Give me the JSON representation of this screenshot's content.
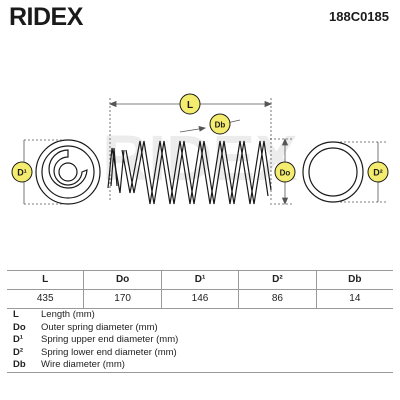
{
  "header": {
    "brand": "RIDEX",
    "part_number": "188C0185"
  },
  "drawing": {
    "labels": {
      "length": "L",
      "wire": "Db",
      "outer": "Do",
      "upper": "D¹",
      "lower": "D²"
    }
  },
  "table": {
    "headers": [
      "L",
      "Do",
      "D¹",
      "D²",
      "Db"
    ],
    "values": [
      "435",
      "170",
      "146",
      "86",
      "14"
    ]
  },
  "legend": [
    {
      "symbol": "L",
      "desc": "Length (mm)"
    },
    {
      "symbol": "Do",
      "desc": "Outer spring diameter (mm)"
    },
    {
      "symbol": "D¹",
      "desc": "Spring upper end diameter (mm)"
    },
    {
      "symbol": "D²",
      "desc": "Spring lower end diameter (mm)"
    },
    {
      "symbol": "Db",
      "desc": "Wire diameter (mm)"
    }
  ],
  "colors": {
    "badge": "#f3ec6e",
    "line": "#1a1a1a",
    "dim": "#555555"
  }
}
